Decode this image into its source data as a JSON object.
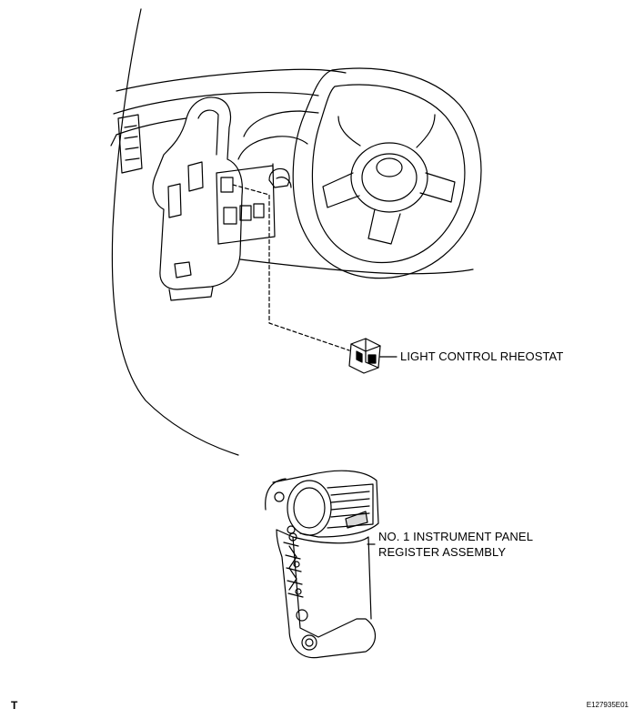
{
  "labels": {
    "rheostat": "LIGHT CONTROL RHEOSTAT",
    "register_line1": "NO. 1 INSTRUMENT PANEL",
    "register_line2": "REGISTER ASSEMBLY"
  },
  "corner_left": "T",
  "figure_code": "E127935E01"
}
